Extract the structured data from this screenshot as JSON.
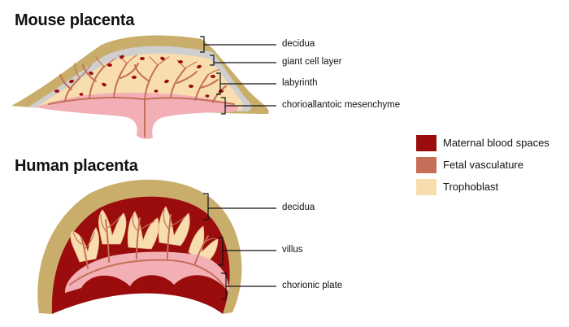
{
  "mouse": {
    "title": "Mouse placenta",
    "labels": [
      "decidua",
      "giant cell layer",
      "labyrinth",
      "chorioallantoic mesenchyme"
    ]
  },
  "human": {
    "title": "Human placenta",
    "labels": [
      "decidua",
      "villus",
      "chorionic plate"
    ]
  },
  "legend": {
    "items": [
      {
        "label": "Maternal blood spaces",
        "color": "#9b0c0c"
      },
      {
        "label": "Fetal vasculature",
        "color": "#c56f58"
      },
      {
        "label": "Trophoblast",
        "color": "#f8deae"
      }
    ]
  },
  "colors": {
    "decidua": "#c9ad6b",
    "giant_cell": "#cfcfcf",
    "trophoblast": "#f8deae",
    "mesenchyme": "#f2b0b6",
    "fetal_vessel": "#c56f58",
    "maternal_blood": "#9b0c0c"
  }
}
